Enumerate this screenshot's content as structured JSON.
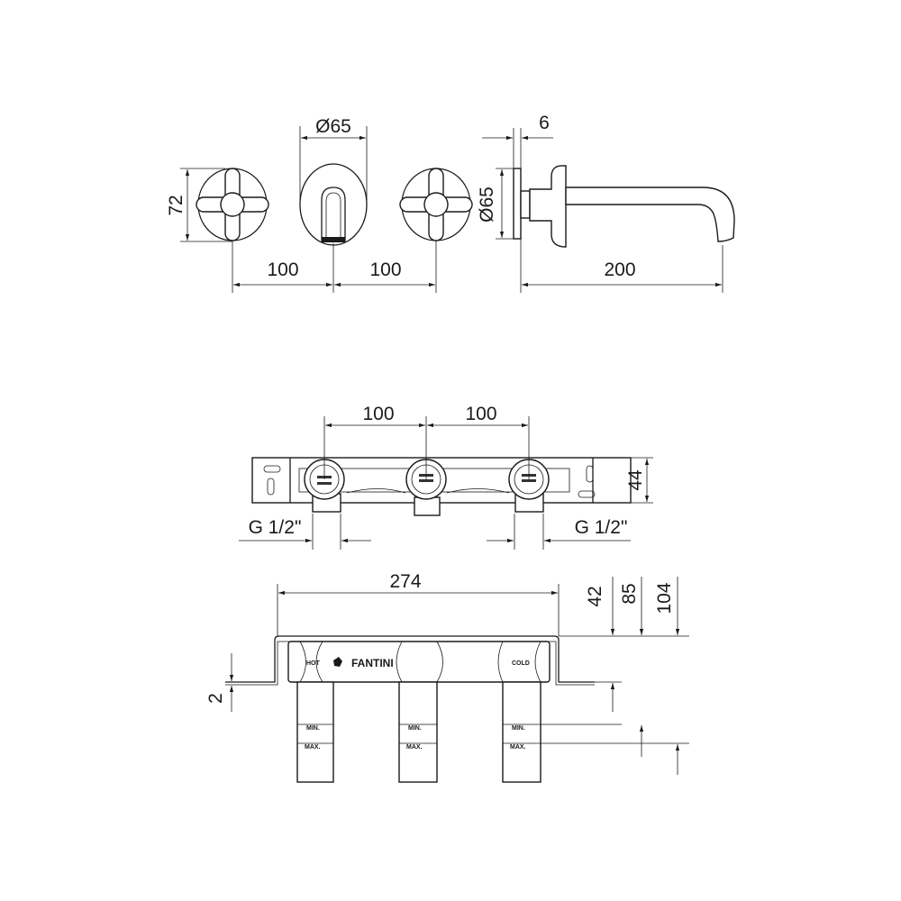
{
  "top_view": {
    "height_label": "72",
    "escutcheon_diameter_label": "Ø65",
    "spacing_left_label": "100",
    "spacing_right_label": "100",
    "plate_thickness_label": "6",
    "side_diameter_label": "Ø65",
    "spout_length_label": "200"
  },
  "box_front_view": {
    "spacing_left_label": "100",
    "spacing_right_label": "100",
    "height_label": "44",
    "thread_left_label": "G 1/2\"",
    "thread_right_label": "G 1/2\""
  },
  "box_top_view": {
    "width_label": "274",
    "depth_42_label": "42",
    "depth_85_label": "85",
    "depth_104_label": "104",
    "thickness_label": "2",
    "hot_label": "HOT",
    "cold_label": "COLD",
    "brand_label": "FANTINI",
    "min_label": "MIN.",
    "max_label": "MAX."
  }
}
